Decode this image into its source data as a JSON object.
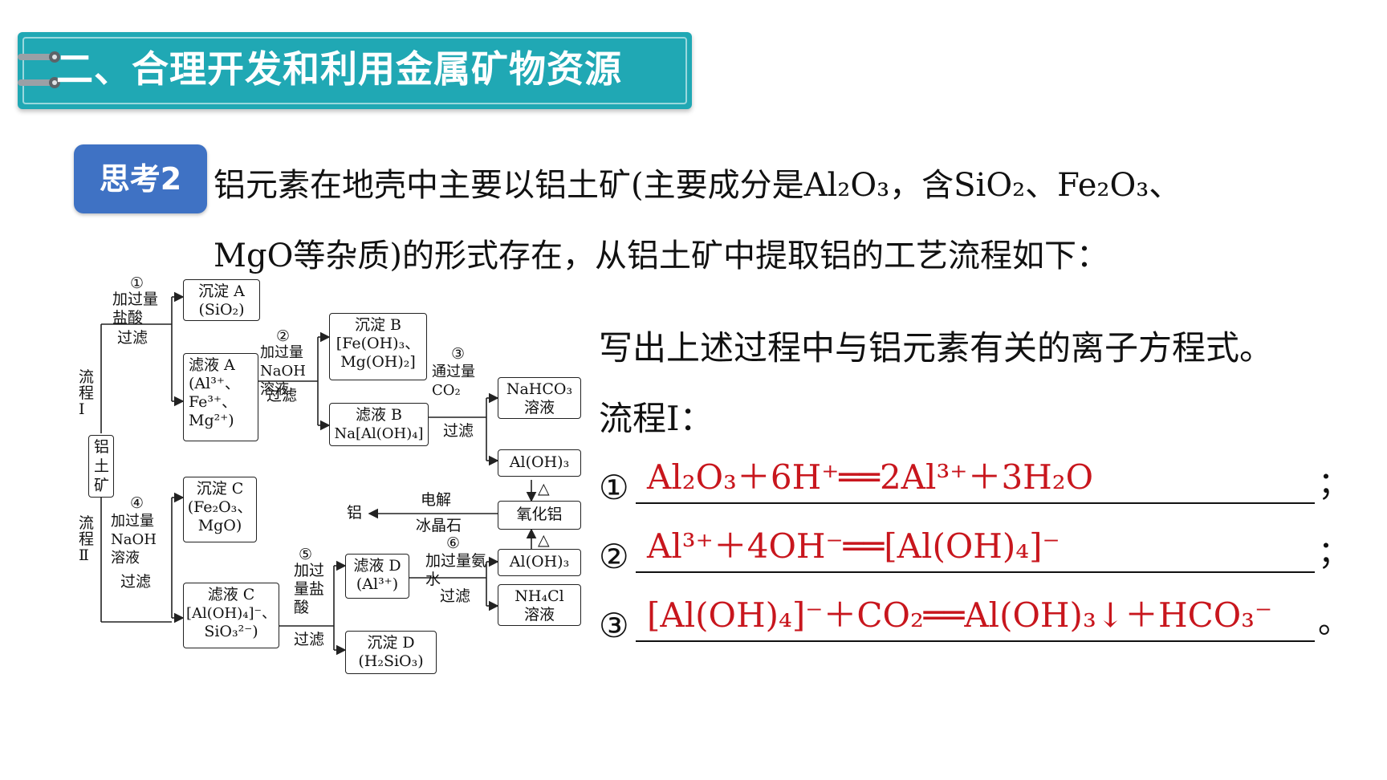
{
  "header": {
    "title": "二、合理开发和利用金属矿物资源"
  },
  "badge": {
    "label": "思考2"
  },
  "question": {
    "line1": "铝元素在地壳中主要以铝土矿(主要成分是Al₂O₃，含SiO₂、Fe₂O₃、",
    "line2": "MgO等杂质)的形式存在，从铝土矿中提取铝的工艺流程如下："
  },
  "flow": {
    "raw": "铝土矿",
    "route1": "流程Ⅰ",
    "route2": "流程Ⅱ",
    "step1": {
      "num": "①",
      "reagent": "加过量盐酸",
      "op": "过滤"
    },
    "step2": {
      "num": "②",
      "reagent": "加过量NaOH溶液",
      "op": "过滤"
    },
    "step3": {
      "num": "③",
      "reagent": "通过量CO₂",
      "op": "过滤"
    },
    "step4": {
      "num": "④",
      "reagent": "加过量NaOH溶液",
      "op": "过滤"
    },
    "step5": {
      "num": "⑤",
      "reagent": "加过量盐酸",
      "op": "过滤"
    },
    "step6": {
      "num": "⑥",
      "reagent": "加过量氨水",
      "op": "过滤"
    },
    "boxes": {
      "precipA": [
        "沉淀 A",
        "(SiO₂)"
      ],
      "filtrateA": [
        "滤液 A",
        "(Al³⁺、",
        "Fe³⁺、",
        "Mg²⁺)"
      ],
      "precipB": [
        "沉淀 B",
        "[Fe(OH)₃、",
        "Mg(OH)₂]"
      ],
      "filtrateB": [
        "滤液 B",
        "Na[Al(OH)₄]"
      ],
      "nahco3": [
        "NaHCO₃",
        "溶液"
      ],
      "aloh3_top": [
        "Al(OH)₃"
      ],
      "alumina": [
        "氧化铝"
      ],
      "aloh3_bottom": [
        "Al(OH)₃"
      ],
      "nh4cl": [
        "NH₄Cl",
        "溶液"
      ],
      "precipC": [
        "沉淀 C",
        "(Fe₂O₃、",
        "MgO)"
      ],
      "filtrateC": [
        "滤液 C",
        "[Al(OH)₄]⁻、",
        "SiO₃²⁻)"
      ],
      "filtrateD": [
        "滤液 D",
        "(Al³⁺)"
      ],
      "precipD": [
        "沉淀 D",
        "(H₂SiO₃)"
      ]
    },
    "electrolysis_top": "电解",
    "electrolysis_bottom": "冰晶石",
    "aluminum": "铝",
    "heat1": "△",
    "heat2": "△"
  },
  "right": {
    "prompt": "写出上述过程中与铝元素有关的离子方程式。",
    "process": "流程Ⅰ：",
    "equations": [
      {
        "num": "①",
        "eq": "Al₂O₃＋6H⁺══2Al³⁺＋3H₂O",
        "end": "；"
      },
      {
        "num": "②",
        "eq": "Al³⁺＋4OH⁻══[Al(OH)₄]⁻",
        "end": "；"
      },
      {
        "num": "③",
        "eq": "[Al(OH)₄]⁻＋CO₂══Al(OH)₃↓＋HCO₃⁻",
        "end": "。"
      }
    ]
  },
  "colors": {
    "banner": "#20a8b4",
    "badge": "#3f72c4",
    "answer": "#c8161d"
  }
}
